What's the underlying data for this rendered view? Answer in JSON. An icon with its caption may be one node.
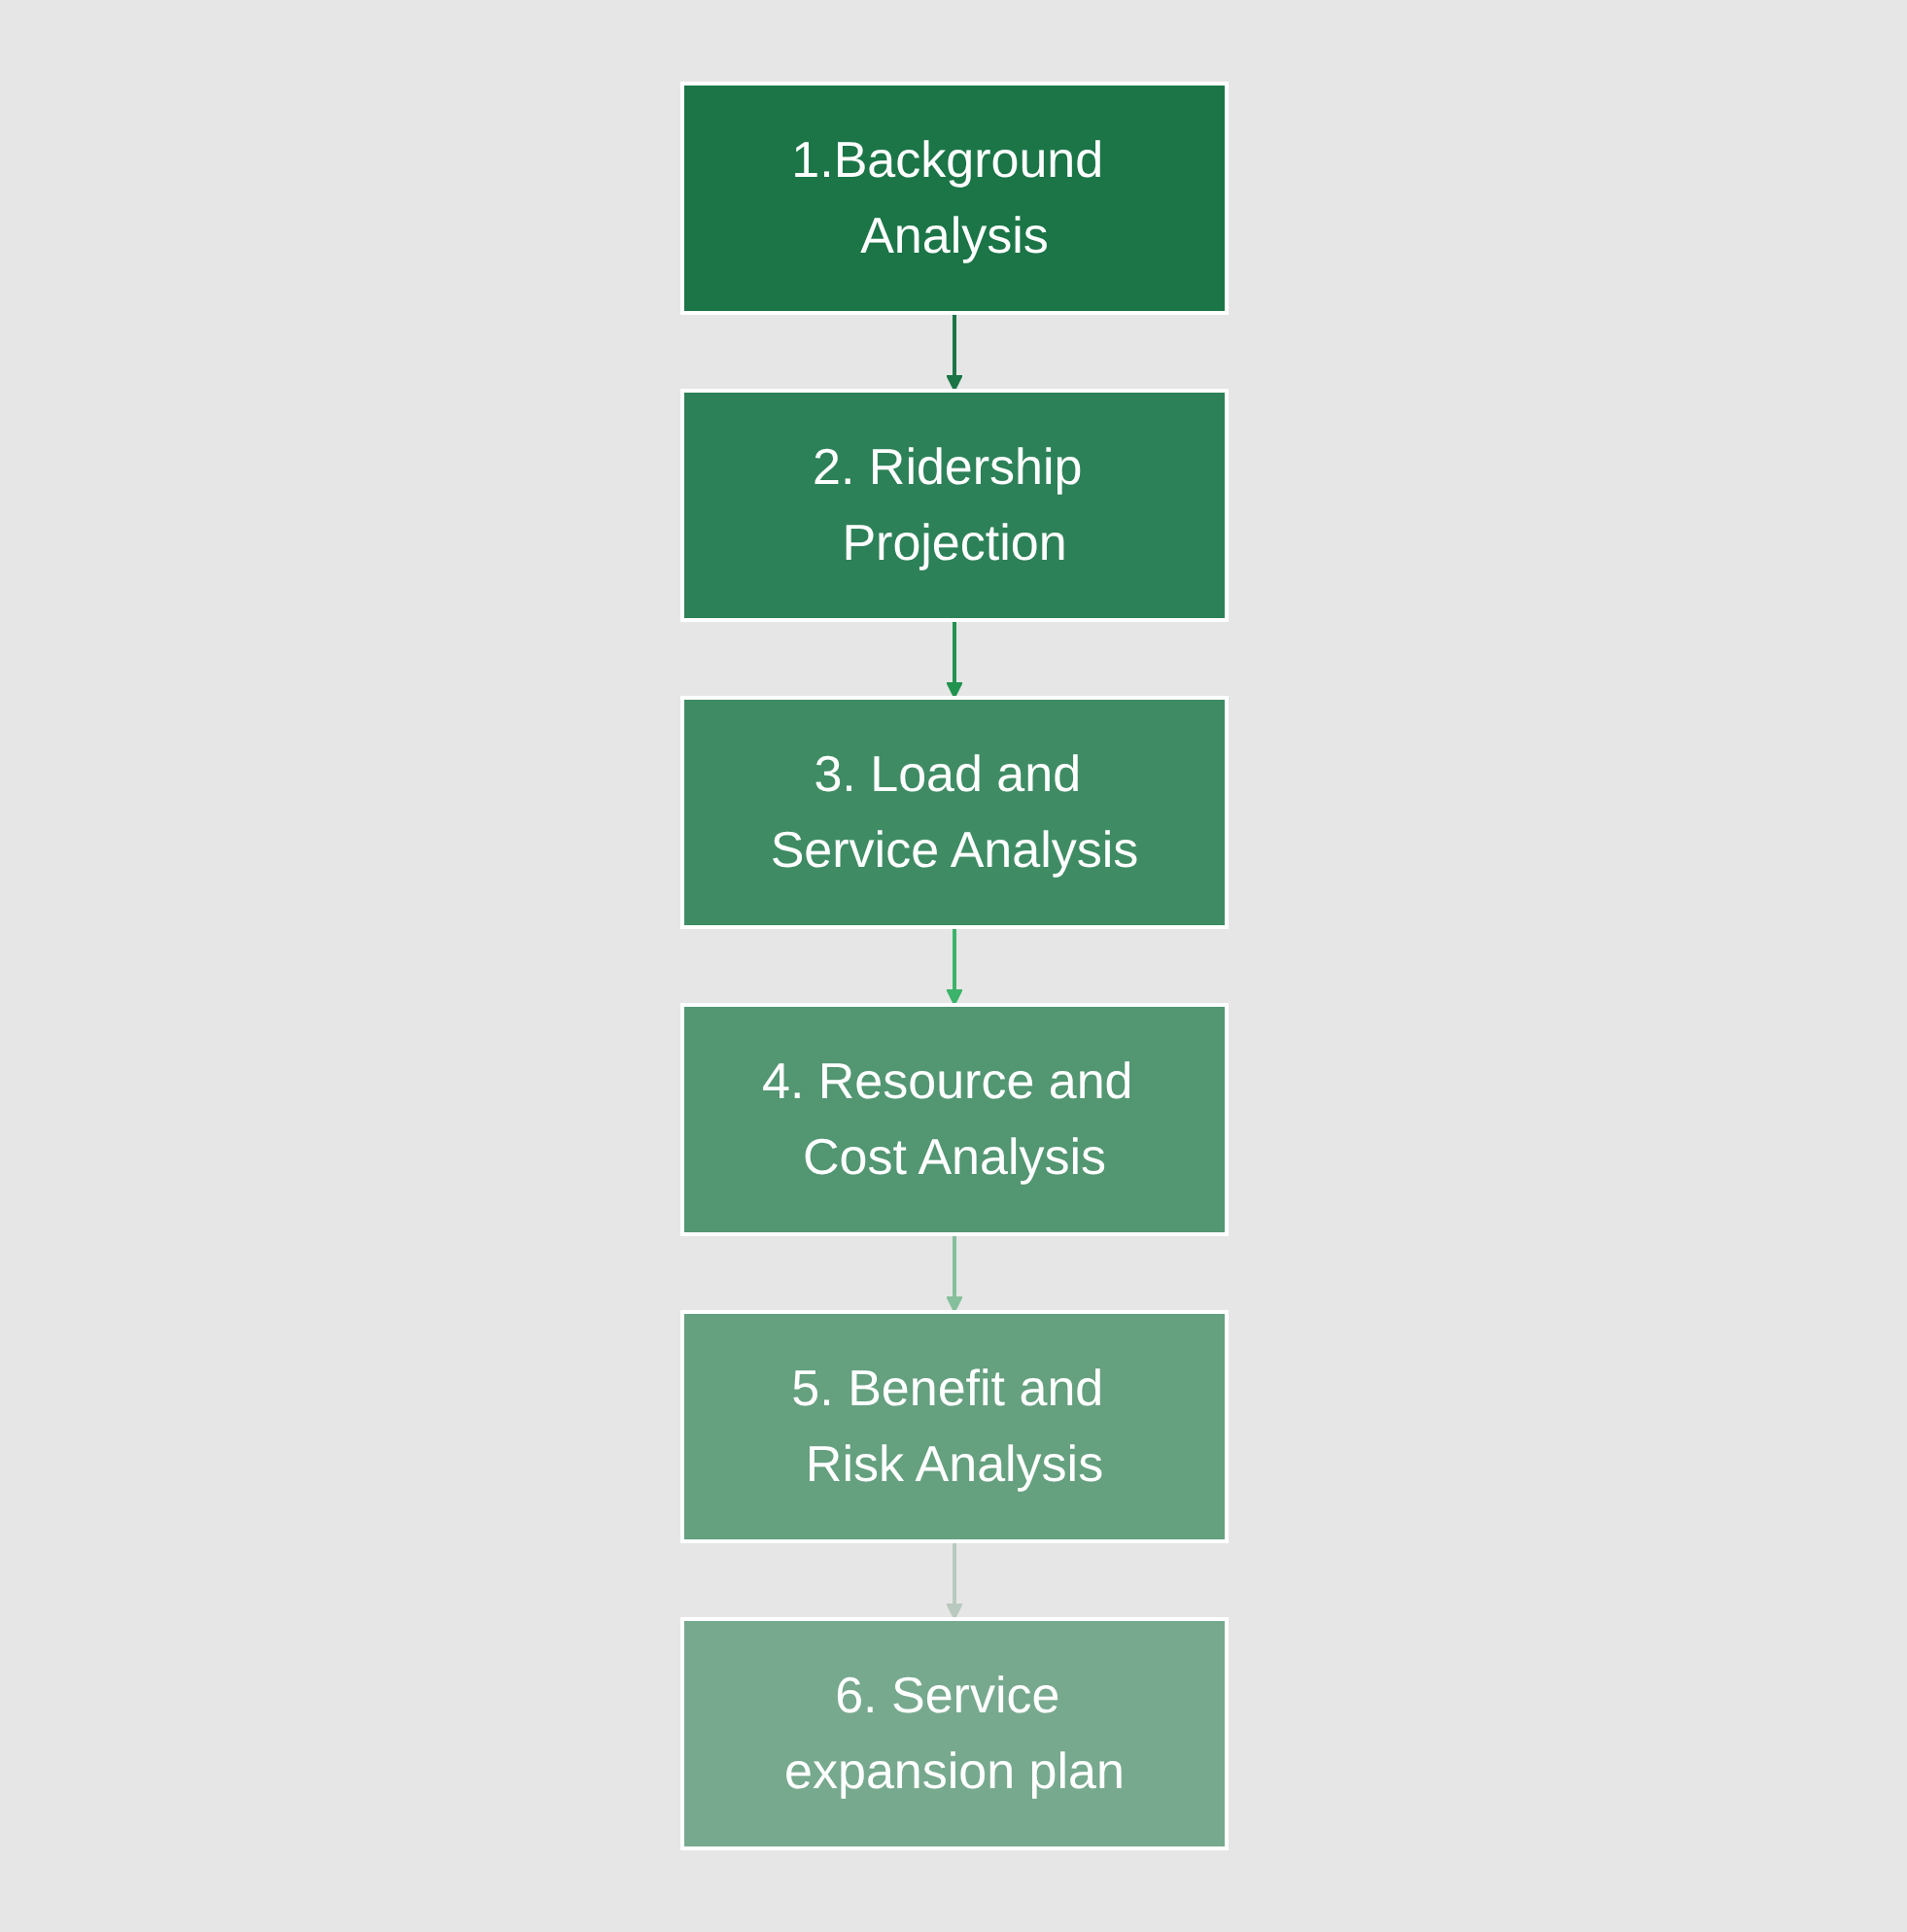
{
  "diagram": {
    "nodes": [
      {
        "text": [
          "1.Background Analysis"
        ]
      },
      {
        "text": [
          "2. Ridership Projection"
        ]
      },
      {
        "text": [
          "3. Load and Service Analysis"
        ]
      },
      {
        "text": [
          "4. Resource and Cost Analysis"
        ]
      },
      {
        "text": [
          "5. Benefit and Risk Analysis"
        ]
      },
      {
        "text": [
          "6. Service expansion plan"
        ]
      }
    ],
    "edges": [
      {
        "from": 0,
        "to": 1,
        "arrow": "to",
        "color": "#1b7547"
      },
      {
        "from": 1,
        "to": 2,
        "arrow": "to",
        "color": "#22934f"
      },
      {
        "from": 2,
        "to": 3,
        "arrow": "to",
        "color": "#3cb36a"
      },
      {
        "from": 3,
        "to": 4,
        "arrow": "to",
        "color": "#86bf9c"
      },
      {
        "from": 4,
        "to": 5,
        "arrow": "to",
        "color": "#b9c9bf"
      }
    ]
  }
}
